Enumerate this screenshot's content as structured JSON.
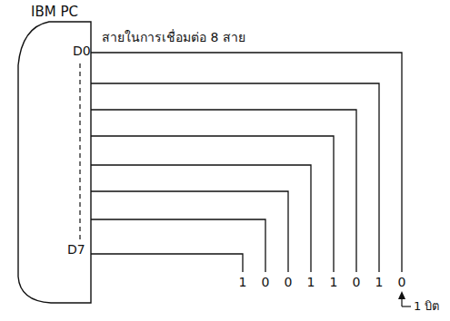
{
  "diagram": {
    "nodes": [
      {
        "text": [
          "IBM PC"
        ]
      }
    ],
    "labels": [
      "D0",
      "D7",
      "สายในการเชื่อมต่อ 8 สาย",
      "1",
      "0",
      "0",
      "1",
      "1",
      "0",
      "1",
      "0",
      "1 บิต"
    ]
  }
}
